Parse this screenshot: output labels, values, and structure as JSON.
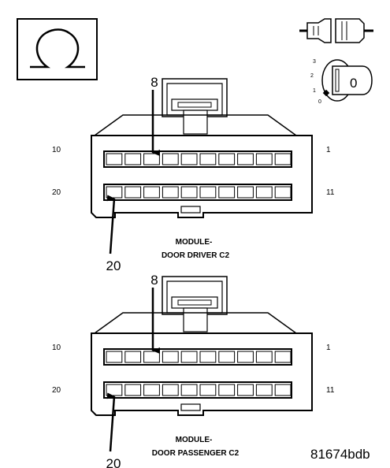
{
  "ohm_symbol": {
    "glyph": "Ω",
    "icon": "ohmmeter-icon"
  },
  "ignition_key": {
    "icon": "ignition-key-position-icon",
    "positions": [
      "3",
      "2",
      "1",
      "0"
    ],
    "selected": "0"
  },
  "connector_icon": {
    "icon": "connector-plug-icon"
  },
  "connectors": [
    {
      "title_line1": "MODULE-",
      "title_line2": "DOOR DRIVER C2",
      "top_row_left_pin": "10",
      "top_row_right_pin": "1",
      "bottom_row_left_pin": "20",
      "bottom_row_right_pin": "11",
      "pins_per_row": 10,
      "callout_top": "8",
      "callout_bottom": "20"
    },
    {
      "title_line1": "MODULE-",
      "title_line2": "DOOR PASSENGER C2",
      "top_row_left_pin": "10",
      "top_row_right_pin": "1",
      "bottom_row_left_pin": "20",
      "bottom_row_right_pin": "11",
      "pins_per_row": 10,
      "callout_top": "8",
      "callout_bottom": "20"
    }
  ],
  "figure_id": "81674bdb"
}
